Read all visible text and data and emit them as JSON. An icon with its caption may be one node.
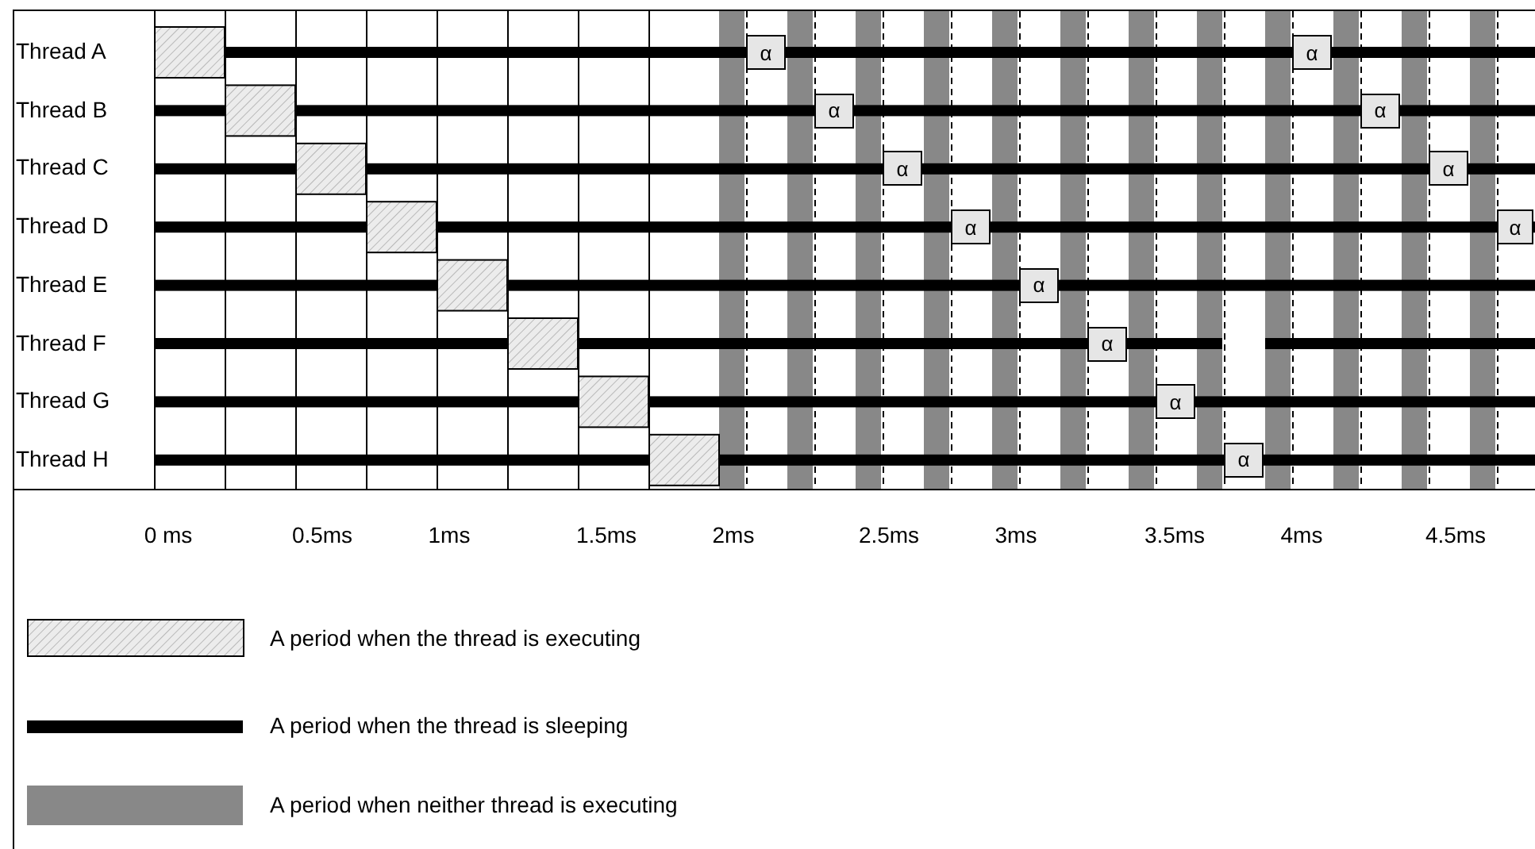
{
  "diagram": {
    "labels": [
      "Thread A",
      "α",
      "α",
      "Thread B",
      "α",
      "α",
      "Thread C",
      "α",
      "α",
      "Thread D",
      "α",
      "α",
      "Thread E",
      "α",
      "Thread F",
      "α",
      "Thread G",
      "α",
      "Thread H",
      "α",
      "0 ms",
      "0.5ms",
      "1ms",
      "1.5ms",
      "2ms",
      "2.5ms",
      "3ms",
      "3.5ms",
      "4ms",
      "4.5ms"
    ],
    "legend": [
      {
        "text": "A period when the thread is executing"
      },
      {
        "text": "A period when the thread is sleeping"
      },
      {
        "text": "A period when neither thread is executing",
        "color": "#888888"
      }
    ]
  }
}
